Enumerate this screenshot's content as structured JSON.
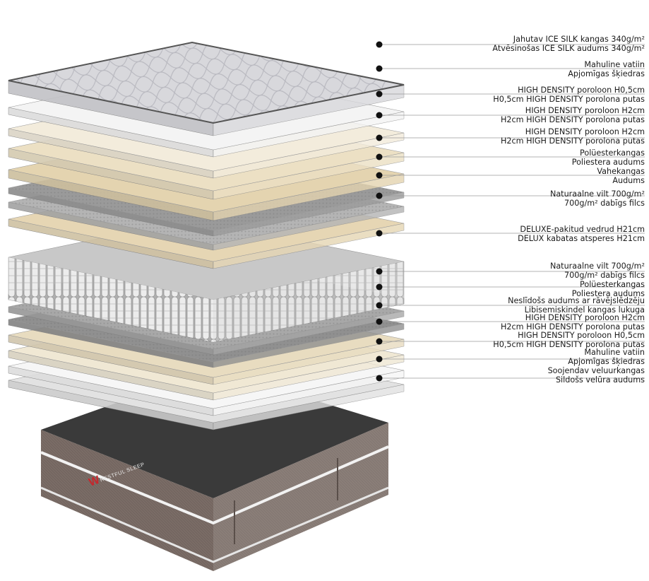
{
  "brand": {
    "logo_text": "RESTFUL SLEEP",
    "colors": {
      "base_fabric": "#7a6c66",
      "base_band": "#3a3a3a",
      "logo_red": "#c8262c"
    }
  },
  "layers": [
    {
      "name": "top-fabric",
      "lines": [
        "Jahutav ICE SILK kangas 340g/m²",
        "Atvēsinošas ICE SILK audums 340g/m²"
      ],
      "color": "#d8d8dc"
    },
    {
      "name": "fiber-padding",
      "lines": [
        "Mahuline vatiin",
        "Apjomīgas šķiedras"
      ],
      "color": "#f4f4f4"
    },
    {
      "name": "foam-05-top",
      "lines": [
        "HIGH DENSITY poroloon H0,5cm",
        "H0,5cm HIGH DENSITY porolona putas"
      ],
      "color": "#f3ecdc"
    },
    {
      "name": "foam-2-a",
      "lines": [
        "HIGH DENSITY poroloon H2cm",
        "H2cm HIGH DENSITY porolona putas"
      ],
      "color": "#ece0c4"
    },
    {
      "name": "foam-2-b",
      "lines": [
        "HIGH DENSITY poroloon H2cm",
        "H2cm HIGH DENSITY porolona putas"
      ],
      "color": "#e4d4b0"
    },
    {
      "name": "polyester-fabric-top",
      "lines": [
        "Polüesterkangas",
        "Poliestera audums"
      ],
      "color": "#9a9a9a"
    },
    {
      "name": "spacer-fabric",
      "lines": [
        "Vahekangas",
        "Audums"
      ],
      "color": "#b4b4b4"
    },
    {
      "name": "felt-top",
      "lines": [
        "Naturaalne vilt 700g/m²",
        "700g/m²  dabīgs filcs"
      ],
      "color": "#e6d6b4"
    },
    {
      "name": "pocket-springs",
      "lines": [
        "DELUXE-pakitud vedrud H21cm",
        "DELUX kabatas atsperes H21cm"
      ],
      "color": "#c8c8c8"
    },
    {
      "name": "felt-bottom",
      "lines": [
        "Naturaalne vilt 700g/m²",
        "700g/m²  dabīgs filcs"
      ],
      "color": "#8a8a8a"
    },
    {
      "name": "polyester-fabric-bottom",
      "lines": [
        "Polüesterkangas",
        "Poliestera audums"
      ],
      "color": "#a8a8a8"
    },
    {
      "name": "non-slip-zipper",
      "lines": [
        "Neslīdošs audums ar rāvējslēdzēju",
        "Libisemiskindel kangas lukuga"
      ],
      "color": "#909090"
    },
    {
      "name": "foam-2-bottom",
      "lines": [
        "HIGH DENSITY poroloon H2cm",
        "H2cm HIGH DENSITY porolona putas"
      ],
      "color": "#e8dcc0"
    },
    {
      "name": "foam-05-bottom",
      "lines": [
        "HIGH DENSITY poroloon H0,5cm",
        "H0,5cm HIGH DENSITY porolona putas"
      ],
      "color": "#f0e8d4"
    },
    {
      "name": "fiber-padding-bottom",
      "lines": [
        "Mahuline vatiin",
        "Apjomīgas šķiedras"
      ],
      "color": "#f6f6f6"
    },
    {
      "name": "velour-fabric",
      "lines": [
        "Soojendav veluurkangas",
        "Sildošs velūra audums"
      ],
      "color": "#e2e2e2"
    }
  ]
}
